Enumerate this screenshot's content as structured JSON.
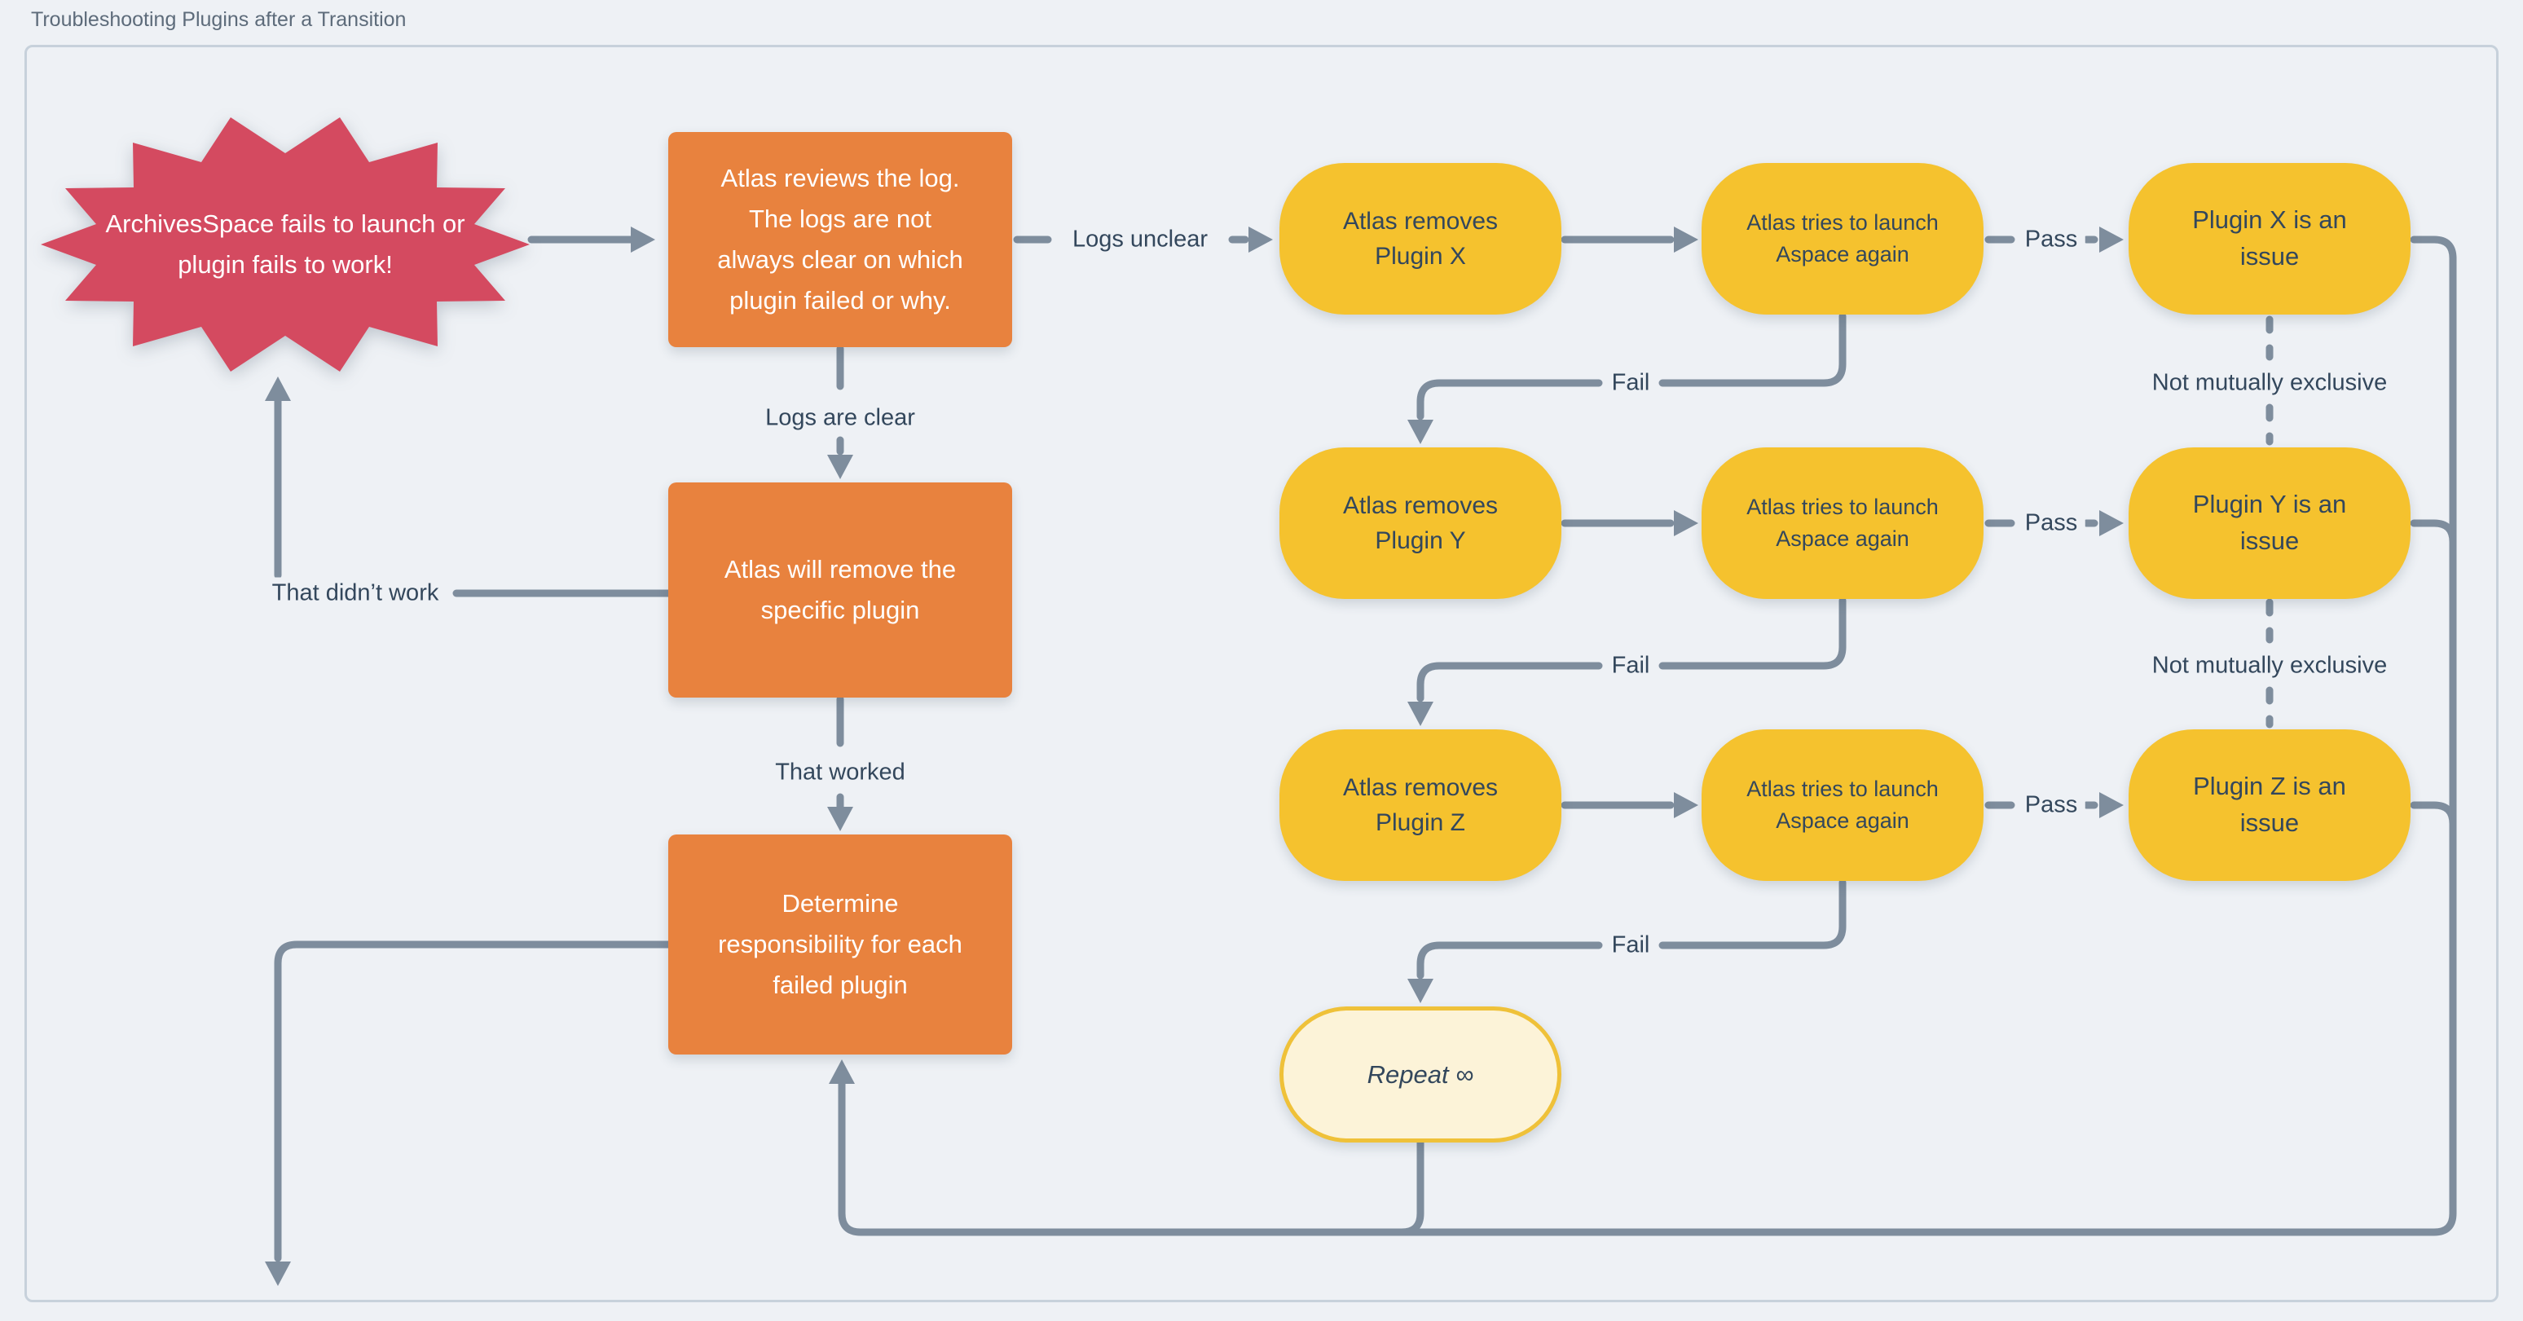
{
  "title": "Troubleshooting Plugins after a Transition",
  "colors": {
    "background": "#eef1f5",
    "frame_border": "#c7d1db",
    "connector": "#7e8d9d",
    "starburst": "#d44a60",
    "orange": "#e8823e",
    "yellow": "#f5c22e",
    "repeat_fill": "#fcf3d8",
    "repeat_border": "#efc139",
    "node_text": "#33475c",
    "label_text": "#33475c",
    "box_text": "#ffffff",
    "title_text": "#5d6b7a"
  },
  "nodes": {
    "start": "ArchivesSpace fails to launch or\nplugin fails to work!",
    "review_log": "Atlas reviews the log.\nThe logs are not\nalways clear on which\nplugin failed or why.",
    "remove_specific": "Atlas will remove the\nspecific plugin",
    "determine_responsibility": "Determine\nresponsibility for each\nfailed plugin",
    "remove_x": "Atlas removes\nPlugin X",
    "remove_y": "Atlas removes\nPlugin Y",
    "remove_z": "Atlas removes\nPlugin Z",
    "try_launch": "Atlas tries to launch\nAspace again",
    "issue_x": "Plugin X is an\nissue",
    "issue_y": "Plugin Y is an\nissue",
    "issue_z": "Plugin Z is an\nissue",
    "repeat": "Repeat ∞"
  },
  "labels": {
    "logs_unclear": "Logs unclear",
    "logs_clear": "Logs are clear",
    "that_didnt_work": "That didn’t work",
    "that_worked": "That worked",
    "pass": "Pass",
    "fail": "Fail",
    "not_mutually_exclusive": "Not mutually exclusive"
  }
}
